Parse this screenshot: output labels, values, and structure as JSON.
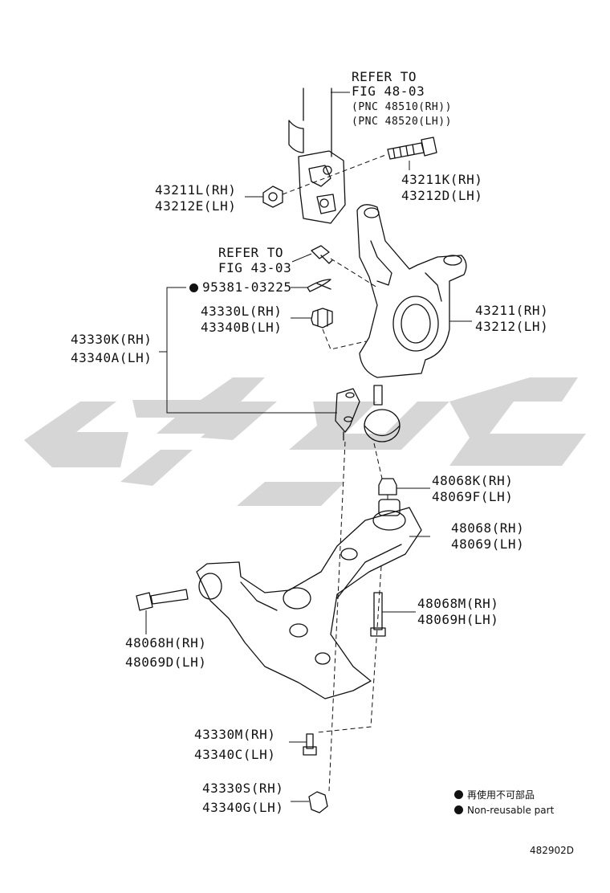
{
  "refer_top": {
    "line1": "REFER TO",
    "line2": "FIG 48-03",
    "line3": "(PNC 48510(RH))",
    "line4": "(PNC 48520(LH))"
  },
  "refer_mid": {
    "line1": "REFER TO",
    "line2": "FIG 43-03"
  },
  "parts": {
    "p43211K": {
      "rh": "43211K(RH)",
      "lh": "43212D(LH)"
    },
    "p43211L": {
      "rh": "43211L(RH)",
      "lh": "43212E(LH)"
    },
    "p95381": {
      "label": "95381-03225"
    },
    "p43330L": {
      "rh": "43330L(RH)",
      "lh": "43340B(LH)"
    },
    "p43330K": {
      "rh": "43330K(RH)",
      "lh": "43340A(LH)"
    },
    "p43211": {
      "rh": "43211(RH)",
      "lh": "43212(LH)"
    },
    "p48068K": {
      "rh": "48068K(RH)",
      "lh": "48069F(LH)"
    },
    "p48068": {
      "rh": "48068(RH)",
      "lh": "48069(LH)"
    },
    "p48068M": {
      "rh": "48068M(RH)",
      "lh": "48069H(LH)"
    },
    "p48068H": {
      "rh": "48068H(RH)",
      "lh": "48069D(LH)"
    },
    "p43330M": {
      "rh": "43330M(RH)",
      "lh": "43340C(LH)"
    },
    "p43330S": {
      "rh": "43330S(RH)",
      "lh": "43340G(LH)"
    }
  },
  "legend": {
    "jp": "再使用不可部品",
    "en": "Non-reusable part"
  },
  "figure_code": "482902D",
  "colors": {
    "ink": "#111111",
    "watermark": "#d4d4d4"
  }
}
